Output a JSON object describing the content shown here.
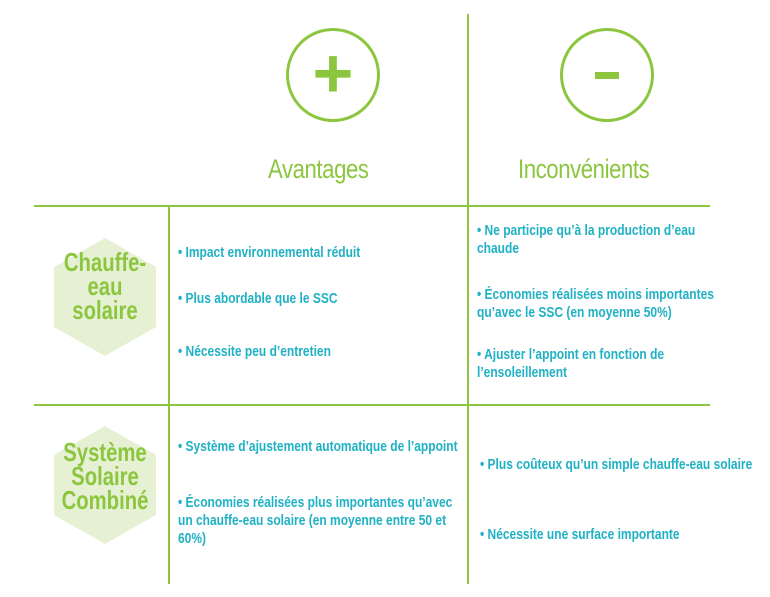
{
  "header": {
    "plus_symbol": "+",
    "minus_symbol": "-",
    "advantages_label": "Avantages",
    "disadvantages_label": "Inconvénients"
  },
  "rows": [
    {
      "title_lines": [
        "Chauffe-",
        "eau",
        "solaire"
      ],
      "advantages": [
        "• Impact environnemental réduit",
        "• Plus abordable que le SSC",
        "• Nécessite peu d’entretien"
      ],
      "disadvantages": [
        "• Ne participe qu’à la production d’eau chaude",
        "• Économies réalisées moins importantes qu’avec le SSC (en moyenne 50%)",
        "• Ajuster l’appoint en fonction de l’ensoleillement"
      ]
    },
    {
      "title_lines": [
        "Système",
        "Solaire",
        "Combiné"
      ],
      "advantages": [
        "• Système d’ajustement automatique de l’appoint",
        "• Économies réalisées plus importantes qu’avec un chauffe-eau solaire (en moyenne entre 50 et 60%)"
      ],
      "disadvantages": [
        "• Plus coûteux qu’un simple chauffe-eau solaire",
        "• Nécessite une surface importante"
      ]
    }
  ],
  "colors": {
    "green": "#8cc63f",
    "blue": "#1fb1c4",
    "hexagon": "#e6f1d4"
  }
}
